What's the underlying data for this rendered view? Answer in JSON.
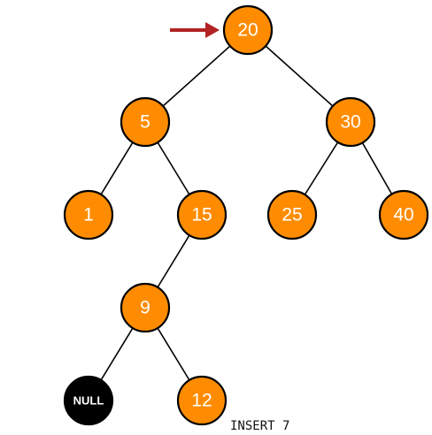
{
  "diagram": {
    "caption": "INSERT 7",
    "colors": {
      "node_fill": "#ff8c00",
      "node_stroke": "#000000",
      "null_fill": "#000000",
      "edge": "#000000",
      "arrow": "#b22222",
      "label": "#ffffff"
    },
    "pointer": {
      "icon": "red-arrow-icon",
      "target": "20"
    },
    "nodes": [
      {
        "id": "n20",
        "label": "20"
      },
      {
        "id": "n5",
        "label": "5"
      },
      {
        "id": "n30",
        "label": "30"
      },
      {
        "id": "n1",
        "label": "1"
      },
      {
        "id": "n15",
        "label": "15"
      },
      {
        "id": "n25",
        "label": "25"
      },
      {
        "id": "n40",
        "label": "40"
      },
      {
        "id": "n9",
        "label": "9"
      },
      {
        "id": "nnull",
        "label": "NULL"
      },
      {
        "id": "n12",
        "label": "12"
      }
    ],
    "edges": [
      {
        "from": "20",
        "to": "5"
      },
      {
        "from": "20",
        "to": "30"
      },
      {
        "from": "5",
        "to": "1"
      },
      {
        "from": "5",
        "to": "15"
      },
      {
        "from": "30",
        "to": "25"
      },
      {
        "from": "30",
        "to": "40"
      },
      {
        "from": "15",
        "to": "9"
      },
      {
        "from": "9",
        "to": "NULL"
      },
      {
        "from": "9",
        "to": "12"
      }
    ]
  }
}
